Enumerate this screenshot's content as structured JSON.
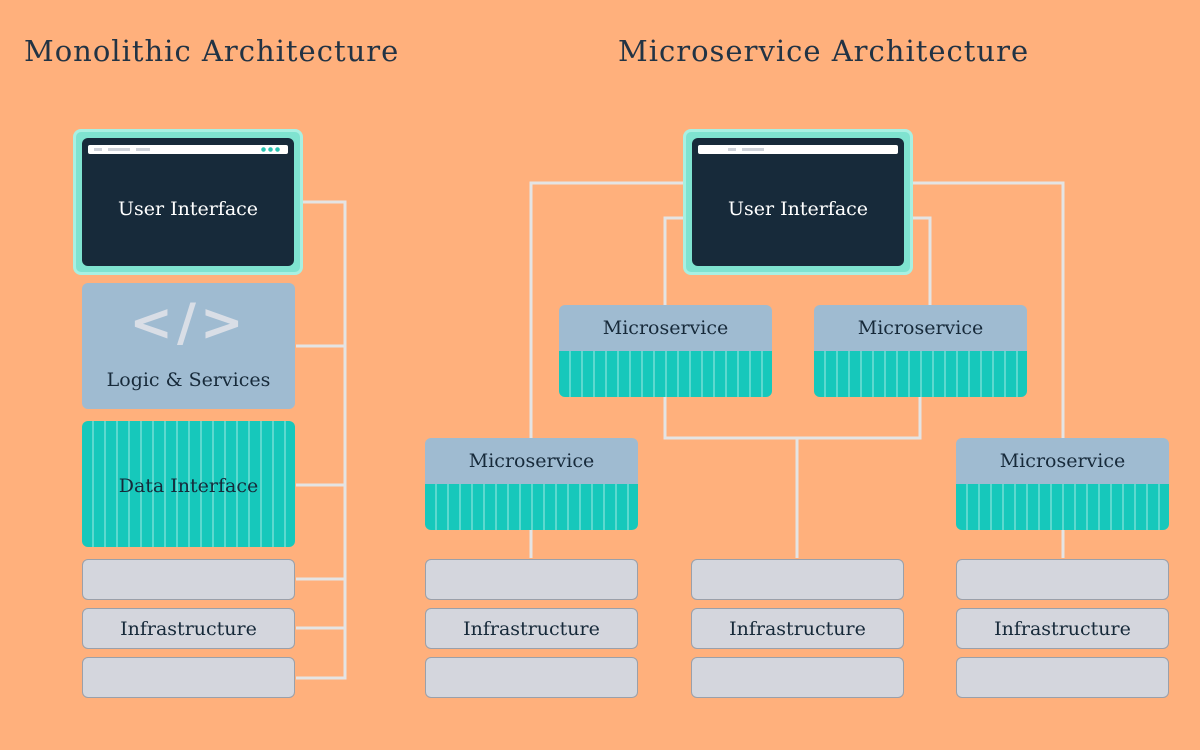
{
  "titles": {
    "monolithic": "Monolithic Architecture",
    "microservice": "Microservice Architecture"
  },
  "monolith": {
    "ui_label": "User Interface",
    "logic_label": "Logic & Services",
    "logic_icon_text": "</>",
    "data_label": "Data Interface",
    "infra_label": "Infrastructure"
  },
  "micro": {
    "ui_label": "User Interface",
    "service_label": "Microservice",
    "infra_label": "Infrastructure"
  },
  "colors": {
    "background": "#ffb07c",
    "ui_screen": "#172a3a",
    "ui_frame": "#7fe3d0",
    "logic": "#9fbbd1",
    "data_stripes": "#16c8bb",
    "infra": "#d4d6dd",
    "connector": "#e4e4e4"
  }
}
